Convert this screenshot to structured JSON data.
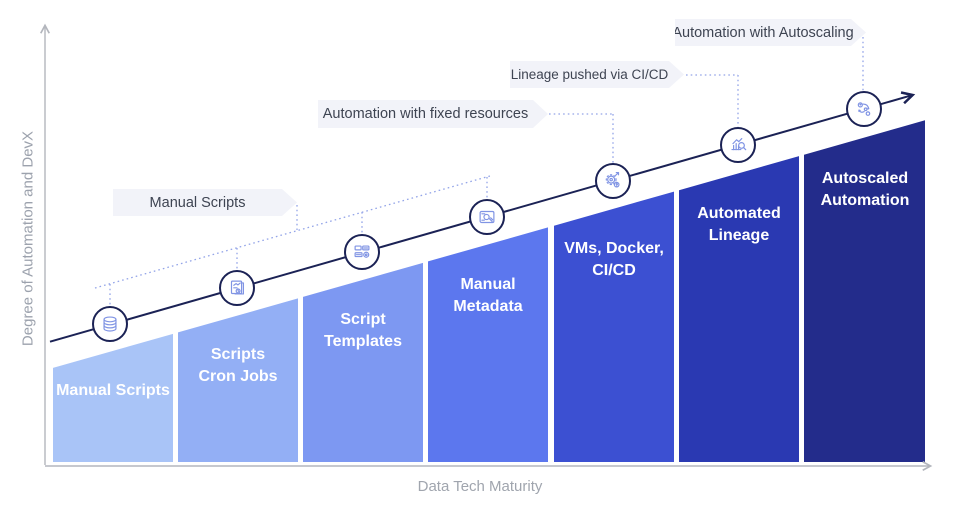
{
  "title": "Data tech maturity diagram",
  "axes": {
    "y_label": "Degree of Automation and DevX",
    "x_label": "Data Tech Maturity"
  },
  "callouts": [
    {
      "label": "Manual Scripts"
    },
    {
      "label": "Automation with fixed resources"
    },
    {
      "label": "Lineage pushed via CI/CD"
    },
    {
      "label": "Automation with Autoscaling"
    }
  ],
  "bars": [
    {
      "label_lines": [
        "Manual Scripts"
      ],
      "color": "#a9c4f7",
      "icon": "database-icon"
    },
    {
      "label_lines": [
        "Scripts",
        "Cron Jobs"
      ],
      "color": "#93aff5",
      "icon": "script-document-icon"
    },
    {
      "label_lines": [
        "Script",
        "Templates"
      ],
      "color": "#7d98f2",
      "icon": "script-templates-icon"
    },
    {
      "label_lines": [
        "Manual",
        "Metadata"
      ],
      "color": "#5c77ee",
      "icon": "metadata-icon"
    },
    {
      "label_lines": [
        "VMs, Docker,",
        "CI/CD"
      ],
      "color": "#3c50d2",
      "icon": "automation-gear-icon"
    },
    {
      "label_lines": [
        "Automated",
        "Lineage"
      ],
      "color": "#2a39b2",
      "icon": "lineage-search-icon"
    },
    {
      "label_lines": [
        "Autoscaled",
        "Automation"
      ],
      "color": "#232c8b",
      "icon": "workflow-automation-icon"
    }
  ],
  "colors": {
    "main_line": "#1b2255",
    "dotted_line": "#93a4e8",
    "icon_stroke": "#8094e4",
    "circle_border": "#1b2255",
    "circle_fill": "#ffffff",
    "callout_bg": "#f2f3f9",
    "callout_text": "#3e4452",
    "axis_line": "#b3b6bd",
    "axis_label_text": "#9ca2ad",
    "bar_label_text": "#ffffff"
  }
}
